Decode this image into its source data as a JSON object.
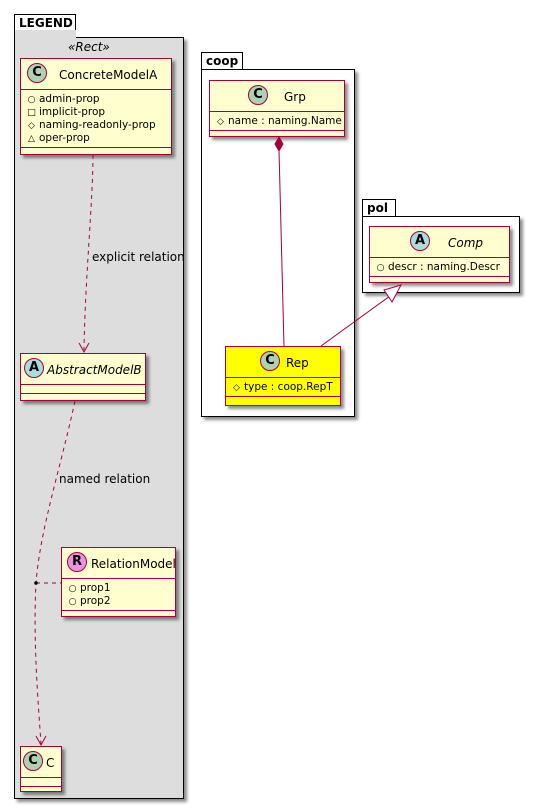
{
  "colors": {
    "class_fill": "#FEFECE",
    "class_border": "#A80036",
    "highlight_fill": "#FFFF00",
    "legend_bg": "#DDDDDD",
    "circle_C": "#ADD1B2",
    "circle_A": "#A9DCDF",
    "circle_R": "#EB93DF"
  },
  "packages": {
    "legend": {
      "name": "LEGEND",
      "stereotype": "«Rect»",
      "concrete": {
        "icon": "C",
        "name": "ConcreteModelA",
        "attrs": [
          {
            "vis": "public-icon",
            "glyph": "○",
            "text": "admin-prop"
          },
          {
            "vis": "private-icon",
            "glyph": "□",
            "text": "implicit-prop"
          },
          {
            "vis": "protected-icon",
            "glyph": "◇",
            "text": "naming-readonly-prop"
          },
          {
            "vis": "package-icon",
            "glyph": "△",
            "text": "oper-prop"
          }
        ]
      },
      "abstract": {
        "icon": "A",
        "name": "AbstractModelB"
      },
      "relation_model": {
        "icon": "R",
        "name": "RelationModel",
        "attrs": [
          {
            "vis": "public-icon",
            "glyph": "○",
            "text": "prop1"
          },
          {
            "vis": "public-icon",
            "glyph": "○",
            "text": "prop2"
          }
        ]
      },
      "c": {
        "icon": "C",
        "name": "C"
      },
      "edge_labels": {
        "explicit": "explicit relation",
        "named": "named relation"
      }
    },
    "coop": {
      "name": "coop",
      "grp": {
        "icon": "C",
        "name": "Grp",
        "attrs": [
          {
            "vis": "protected-icon",
            "glyph": "◇",
            "text": "name : naming.Name"
          }
        ]
      },
      "rep": {
        "icon": "C",
        "name": "Rep",
        "attrs": [
          {
            "vis": "protected-icon",
            "glyph": "◇",
            "text": "type : coop.RepT"
          }
        ]
      }
    },
    "pol": {
      "name": "pol",
      "comp": {
        "icon": "A",
        "name": "Comp",
        "attrs": [
          {
            "vis": "public-icon",
            "glyph": "○",
            "text": "descr : naming.Descr"
          }
        ]
      }
    }
  }
}
